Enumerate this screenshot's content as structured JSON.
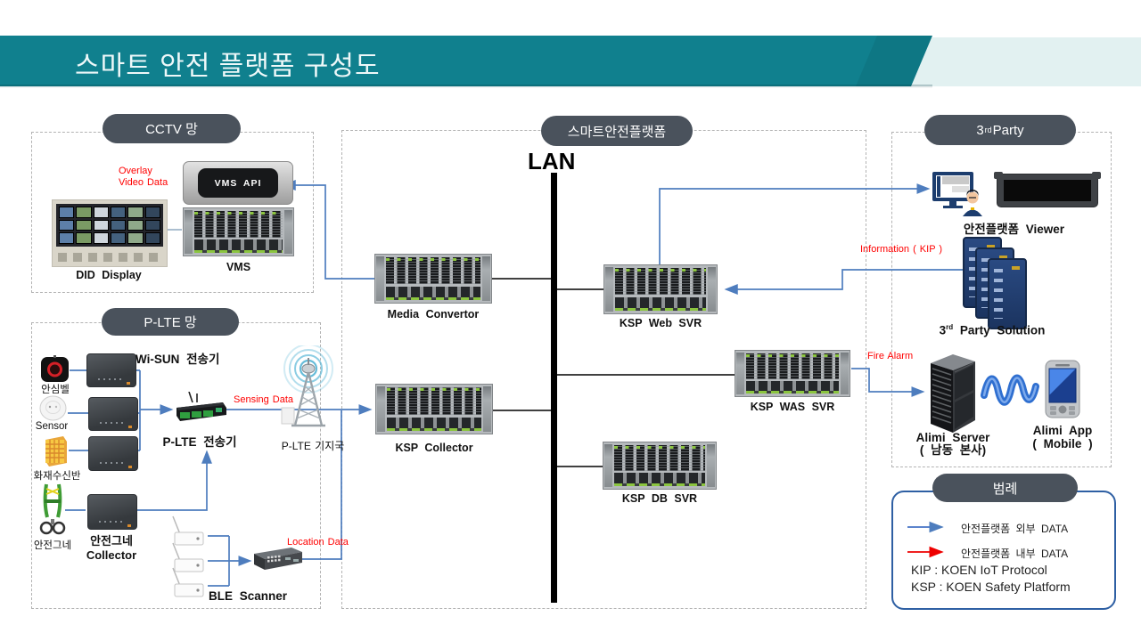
{
  "colors": {
    "banner_teal": "#10808E",
    "banner_light": "#E2F1F1",
    "pill_gray": "#4A525C",
    "line_blue": "#4E7DBE",
    "legend_blue": "#4472C4",
    "line_red": "#EE0000",
    "flow_label_red": "#FF0000",
    "lan_black": "#000000",
    "legend_border": "#2E5FA3",
    "led_green": "#8BC53F"
  },
  "header": {
    "title": "스마트 안전 플랫폼 구성도"
  },
  "sections": {
    "cctv": {
      "label": "CCTV 망"
    },
    "plte": {
      "label": "P-LTE 망"
    },
    "platform": {
      "label": "스마트안전플랫폼"
    },
    "third_party": {
      "pre": "3",
      "sup": "rd",
      "post": " Party"
    },
    "legend": {
      "label": "범례"
    }
  },
  "nodes": {
    "lan": "LAN",
    "did_display": "DID Display",
    "vms": "VMS",
    "vms_api": "VMS API",
    "media_convertor": "Media Convertor",
    "ksp_web": "KSP Web SVR",
    "ksp_was": "KSP WAS SVR",
    "ksp_db": "KSP DB SVR",
    "ksp_collector": "KSP Collector",
    "ansimbell": "안심벨",
    "sensor": "Sensor",
    "fire_panel": "화재수신반",
    "harness": "안전그네",
    "wisun_tx": "Wi-SUN 전송기",
    "harness_collector_1": "안전그네",
    "harness_collector_2": "Collector",
    "plte_tx": "P-LTE 전송기",
    "plte_bs": "P-LTE 기지국",
    "ble_scanner": "BLE Scanner",
    "viewer": "안전플랫폼 Viewer",
    "third_solution": {
      "pre": "3",
      "sup": "rd",
      "post": " Party Solution"
    },
    "alimi_server_1": "Alimi Server",
    "alimi_server_2": "( 남동 본사)",
    "alimi_app_1": "Alimi App",
    "alimi_app_2": "( Mobile )"
  },
  "flows": {
    "overlay_1": "Overlay",
    "overlay_2": "Video Data",
    "sensing": "Sensing Data",
    "location": "Location Data",
    "information": "Information ( KIP )",
    "fire_alarm": "Fire Alarm"
  },
  "legend": {
    "external": "안전플랫폼 외부 DATA",
    "internal": "안전플랫폼 내부 DATA",
    "kip": "KIP : KOEN IoT Protocol",
    "ksp": "KSP : KOEN Safety Platform"
  }
}
